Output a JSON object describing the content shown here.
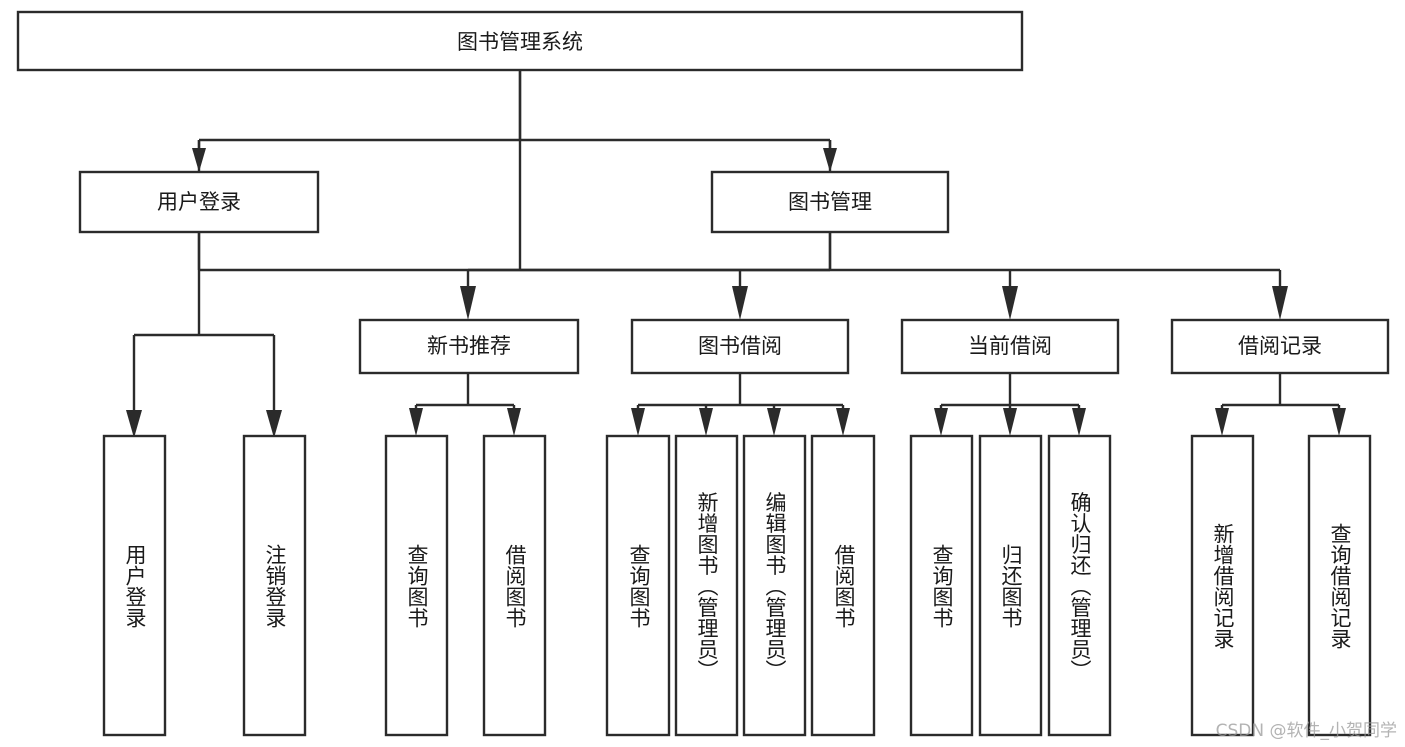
{
  "diagram": {
    "title": "图书管理系统",
    "type": "tree",
    "watermark": "CSDN @软件_小贺同学",
    "colors": {
      "box_stroke": "#2b2b2b",
      "box_fill": "#ffffff",
      "text": "#1a1a1a",
      "background": "#ffffff",
      "watermark": "#9a9a9a"
    },
    "levels": {
      "root": [
        "图书管理系统"
      ],
      "level2": [
        "用户登录",
        "图书管理"
      ],
      "level3": [
        "新书推荐",
        "图书借阅",
        "当前借阅",
        "借阅记录"
      ],
      "leaves": [
        "用户登录",
        "注销登录",
        "查询图书",
        "借阅图书",
        "查询图书",
        "新增图书（管理员）",
        "编辑图书（管理员）",
        "借阅图书",
        "查询图书",
        "归还图书",
        "确认归还（管理员）",
        "新增借阅记录",
        "查询借阅记录"
      ]
    },
    "nodes": {
      "root": {
        "label": "图书管理系统"
      },
      "user_login": {
        "label": "用户登录"
      },
      "book_manage": {
        "label": "图书管理"
      },
      "new_book_rec": {
        "label": "新书推荐"
      },
      "book_borrow": {
        "label": "图书借阅"
      },
      "current_borrow": {
        "label": "当前借阅"
      },
      "borrow_record": {
        "label": "借阅记录"
      },
      "leaf_user_login": {
        "label": "用户登录"
      },
      "leaf_user_logout": {
        "label": "注销登录"
      },
      "leaf_rec_query": {
        "label": "查询图书"
      },
      "leaf_rec_borrow": {
        "label": "借阅图书"
      },
      "leaf_borrow_query": {
        "label": "查询图书"
      },
      "leaf_borrow_add": {
        "label": "新增图书（管理员）"
      },
      "leaf_borrow_edit": {
        "label": "编辑图书（管理员）"
      },
      "leaf_borrow_do": {
        "label": "借阅图书"
      },
      "leaf_cur_query": {
        "label": "查询图书"
      },
      "leaf_cur_return": {
        "label": "归还图书"
      },
      "leaf_cur_confirm": {
        "label": "确认归还（管理员）"
      },
      "leaf_rec_add": {
        "label": "新增借阅记录"
      },
      "leaf_rec_search": {
        "label": "查询借阅记录"
      }
    },
    "edges": [
      {
        "from": "root",
        "to": "user_login"
      },
      {
        "from": "root",
        "to": "book_manage"
      },
      {
        "from": "user_login",
        "to": "leaf_user_login"
      },
      {
        "from": "user_login",
        "to": "leaf_user_logout"
      },
      {
        "from": "book_manage",
        "to": "new_book_rec"
      },
      {
        "from": "book_manage",
        "to": "book_borrow"
      },
      {
        "from": "book_manage",
        "to": "current_borrow"
      },
      {
        "from": "book_manage",
        "to": "borrow_record"
      },
      {
        "from": "new_book_rec",
        "to": "leaf_rec_query"
      },
      {
        "from": "new_book_rec",
        "to": "leaf_rec_borrow"
      },
      {
        "from": "book_borrow",
        "to": "leaf_borrow_query"
      },
      {
        "from": "book_borrow",
        "to": "leaf_borrow_add"
      },
      {
        "from": "book_borrow",
        "to": "leaf_borrow_edit"
      },
      {
        "from": "book_borrow",
        "to": "leaf_borrow_do"
      },
      {
        "from": "current_borrow",
        "to": "leaf_cur_query"
      },
      {
        "from": "current_borrow",
        "to": "leaf_cur_return"
      },
      {
        "from": "current_borrow",
        "to": "leaf_cur_confirm"
      },
      {
        "from": "borrow_record",
        "to": "leaf_rec_add"
      },
      {
        "from": "borrow_record",
        "to": "leaf_rec_search"
      }
    ]
  }
}
